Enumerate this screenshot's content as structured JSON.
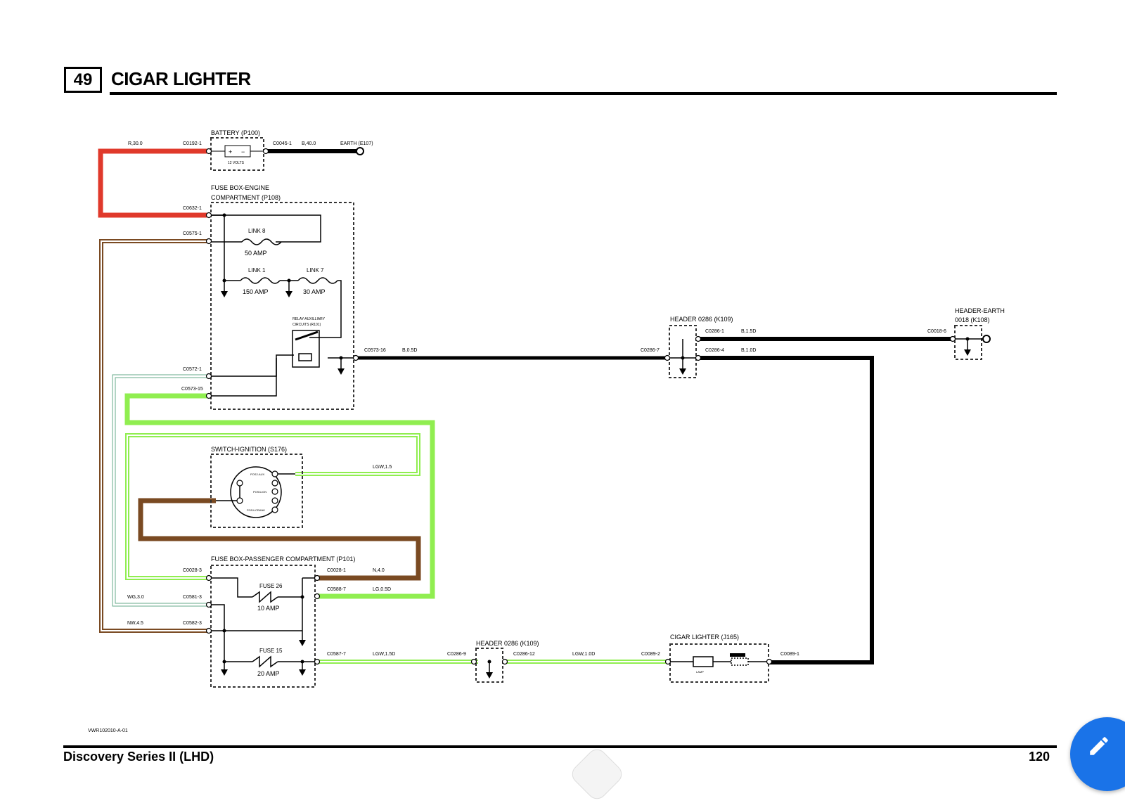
{
  "header": {
    "page_number": "49",
    "title": "CIGAR LIGHTER"
  },
  "footer": {
    "model": "Discovery Series II (LHD)",
    "page": "120",
    "ref_code": "VWR102010-A-01"
  },
  "components": {
    "battery": "BATTERY (P100)",
    "battery_volts": "12 VOLTS",
    "earth": "EARTH (E107)",
    "fusebox_engine_1": "FUSE BOX-ENGINE",
    "fusebox_engine_2": "COMPARTMENT (P108)",
    "link8": "LINK 8",
    "link8_amp": "50 AMP",
    "link1": "LINK 1",
    "link1_amp": "150 AMP",
    "link7": "LINK 7",
    "link7_amp": "30 AMP",
    "relay_1": "RELAY-AUXILLIARY",
    "relay_2": "CIRCUITS (R101)",
    "header_k109_top": "HEADER 0286 (K109)",
    "header_earth_1": "HEADER-EARTH",
    "header_earth_2": "0018 (K108)",
    "switch_ignition": "SWITCH-IGNITION (S176)",
    "pos2_aux": "POS2-AUX",
    "pos3_ign": "POS3-IGN",
    "pos4_crank": "POS4-CRANK",
    "fusebox_pass": "FUSE BOX-PASSENGER COMPARTMENT (P101)",
    "fuse26": "FUSE 26",
    "fuse26_amp": "10 AMP",
    "fuse15": "FUSE 15",
    "fuse15_amp": "20 AMP",
    "header_k109_bottom": "HEADER 0286 (K109)",
    "cigar_lighter": "CIGAR LIGHTER (J165)",
    "lamp": "LAMP"
  },
  "connectors": {
    "c0192_1": "C0192-1",
    "c0045_1": "C0045-1",
    "c0632_1": "C0632-1",
    "c0575_1": "C0575-1",
    "c0573_16": "C0573-16",
    "c0572_1": "C0572-1",
    "c0573_15": "C0573-15",
    "c0286_1": "C0286-1",
    "c0286_4": "C0286-4",
    "c0286_7": "C0286-7",
    "c0018_6": "C0018-6",
    "c0028_3": "C0028-3",
    "c0028_1": "C0028-1",
    "c0581_3": "C0581-3",
    "c0588_7": "C0588-7",
    "c0582_3": "C0582-3",
    "c0587_7": "C0587-7",
    "c0286_9": "C0286-9",
    "c0286_12": "C0286-12",
    "c0089_2": "C0089-2",
    "c0089_1": "C0089-1"
  },
  "wires": {
    "r30": "R,30.0",
    "b40": "B,40.0",
    "b05d": "B,0.5D",
    "b15d": "B,1.5D",
    "b10d": "B,1.0D",
    "lgw15": "LGW,1.5",
    "n40": "N,4.0",
    "lg05d": "LG,0.5D",
    "wg30": "WG,3.0",
    "nw45": "NW,4.5",
    "lgw15d": "LGW,1.5D",
    "lgw10d": "LGW,1.0D"
  },
  "colors": {
    "red": "#e0392b",
    "black": "#000000",
    "brown": "#7a4a22",
    "green": "#90ee50",
    "accent": "#1a73e8"
  }
}
